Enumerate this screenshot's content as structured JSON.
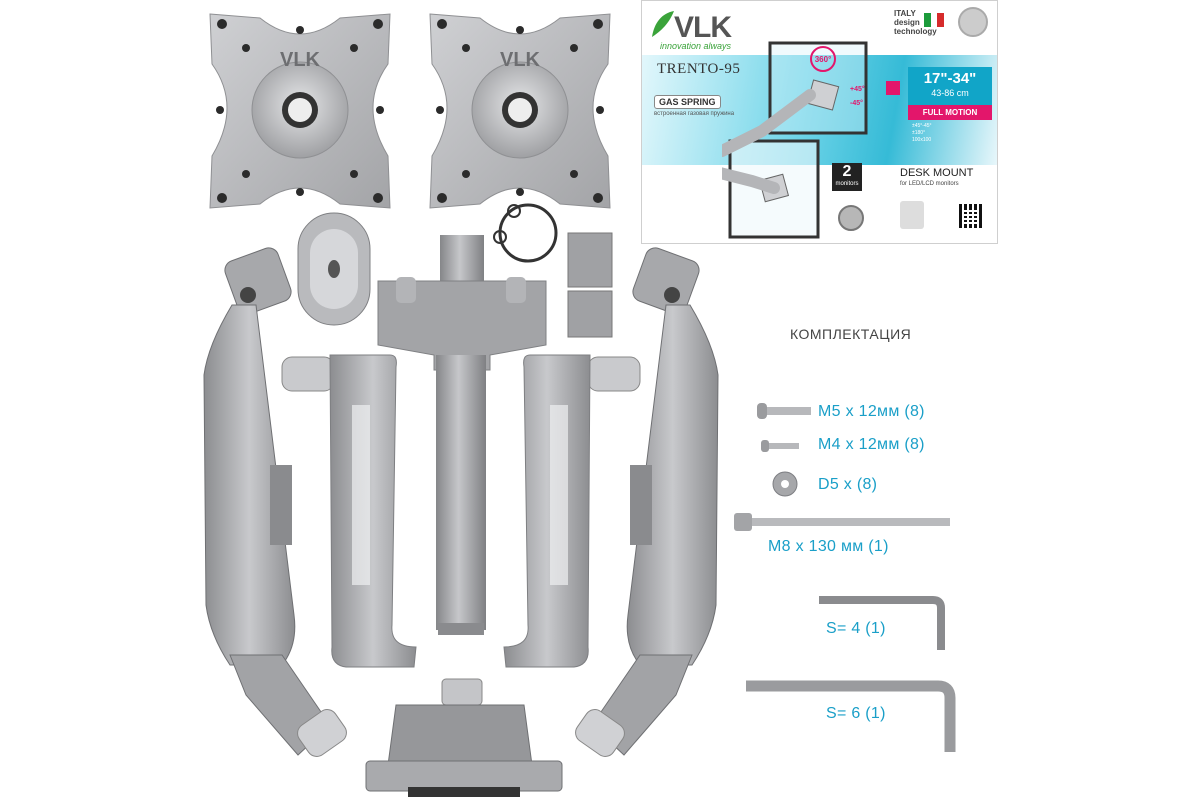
{
  "box": {
    "brand": "VLK",
    "tagline": "innovation always",
    "model": "TRENTO-95",
    "gas_spring": "GAS SPRING",
    "gas_spring_sub": "встроенная газовая пружина",
    "italy_design": "ITALY design technology",
    "rotation": "360°",
    "tilt_up": "+45°",
    "tilt_down": "-45°",
    "size_range": "17\"-34\"",
    "size_cm": "43-86 cm",
    "full_motion": "FULL MOTION",
    "monitors_count": "2",
    "monitors_label": "monitors",
    "desk_mount": "DESK MOUNT",
    "desk_mount_sub": "for LED/LCD monitors",
    "specs": [
      "±45°-45°",
      "±180°",
      "100x100"
    ]
  },
  "plates": [
    {
      "brand": "VLK"
    },
    {
      "brand": "VLK"
    }
  ],
  "kit": {
    "title": "КОМПЛЕКТАЦИЯ",
    "items": [
      {
        "name": "screw-m5",
        "label": "M5 x 12мм (8)"
      },
      {
        "name": "screw-m4",
        "label": "M4 x 12мм (8)"
      },
      {
        "name": "washer-d5",
        "label": "D5 x (8)"
      },
      {
        "name": "bolt-m8",
        "label": "M8 x 130 мм (1)"
      },
      {
        "name": "hex-key-4",
        "label": "S= 4 (1)"
      },
      {
        "name": "hex-key-6",
        "label": "S= 6 (1)"
      }
    ]
  },
  "colors": {
    "metal": "#a9aaad",
    "metal_dark": "#7d7e82",
    "metal_light": "#d3d4d7",
    "accent_cyan": "#1a9fc8",
    "accent_pink": "#e3166b"
  }
}
